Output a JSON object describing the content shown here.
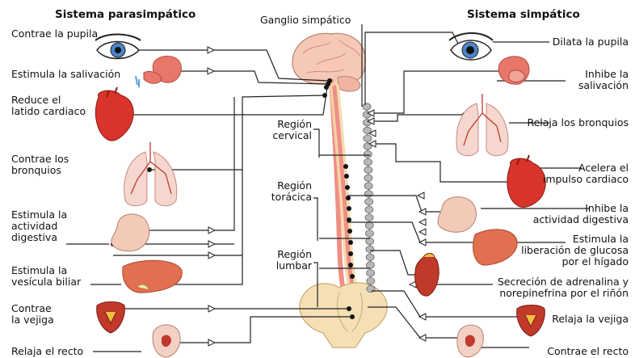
{
  "headers": {
    "parasympathetic": "Sistema parasimpático",
    "sympathetic": "Sistema simpático",
    "ganglion": "Ganglio simpático"
  },
  "regions": {
    "cervical": "Región\ncervical",
    "thoracic": "Región\ntorácica",
    "lumbar": "Región\nlumbar"
  },
  "parasympathetic": [
    {
      "key": "pupil",
      "text": "Contrae la pupila"
    },
    {
      "key": "salivation",
      "text": "Estimula la salivación"
    },
    {
      "key": "heart",
      "text": "Reduce el\nlatido cardiaco"
    },
    {
      "key": "bronchi",
      "text": "Contrae los\nbronquios"
    },
    {
      "key": "digestion",
      "text": "Estimula la\nactividad\ndigestiva"
    },
    {
      "key": "gallbladder",
      "text": "Estimula la\nvesícula biliar"
    },
    {
      "key": "bladder",
      "text": "Contrae\nla vejiga"
    },
    {
      "key": "rectum",
      "text": "Relaja el recto"
    }
  ],
  "sympathetic": [
    {
      "key": "pupil",
      "text": "Dilata la pupila"
    },
    {
      "key": "salivation",
      "text": "Inhibe la\nsalivación"
    },
    {
      "key": "bronchi",
      "text": "Relaja los bronquios"
    },
    {
      "key": "heart",
      "text": "Acelera el\nimpulso cardiaco"
    },
    {
      "key": "digestion",
      "text": "Inhibe la\nactividad digestiva"
    },
    {
      "key": "liver",
      "text": "Estimula la\nliberación de glucosa\npor el hígado"
    },
    {
      "key": "adrenal",
      "text": "Secreción de adrenalina y\nnorepinefrina por el riñón"
    },
    {
      "key": "bladder",
      "text": "Relaja la vejiga"
    },
    {
      "key": "rectum",
      "text": "Contrae el recto"
    }
  ]
}
